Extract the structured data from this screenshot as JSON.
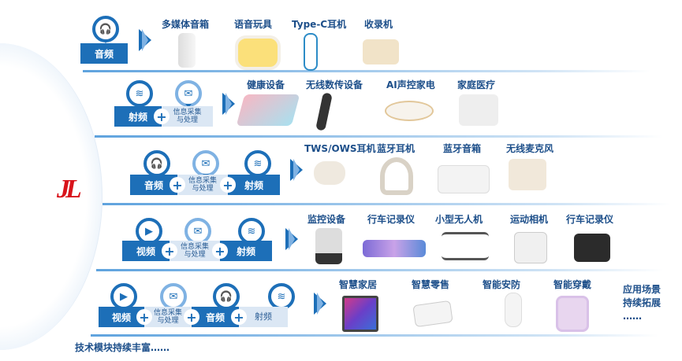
{
  "logo": "JL",
  "rows": [
    {
      "modules": [
        "音频"
      ],
      "products": [
        "多媒体音箱",
        "语音玩具",
        "Type-C耳机",
        "收录机"
      ]
    },
    {
      "modules": [
        "射频",
        "信息采集与处理"
      ],
      "products": [
        "健康设备",
        "无线数传设备",
        "AI声控家电",
        "家庭医疗"
      ]
    },
    {
      "modules": [
        "音频",
        "信息采集与处理",
        "射频"
      ],
      "products": [
        "TWS/OWS耳机",
        "蓝牙耳机",
        "蓝牙音箱",
        "无线麦克风"
      ]
    },
    {
      "modules": [
        "视频",
        "信息采集与处理",
        "射频"
      ],
      "products": [
        "监控设备",
        "行车记录仪",
        "小型无人机",
        "运动相机",
        "行车记录仪"
      ]
    },
    {
      "modules": [
        "视频",
        "信息采集与处理",
        "音频",
        "射频"
      ],
      "products": [
        "智慧家居",
        "智慧零售",
        "智能安防",
        "智能穿戴"
      ]
    }
  ],
  "info_line1": "信息采集",
  "info_line2": "与处理",
  "more": {
    "line1": "应用场景",
    "line2": "持续拓展",
    "line3": "……"
  },
  "bottom_text": "技术模块持续丰富……"
}
